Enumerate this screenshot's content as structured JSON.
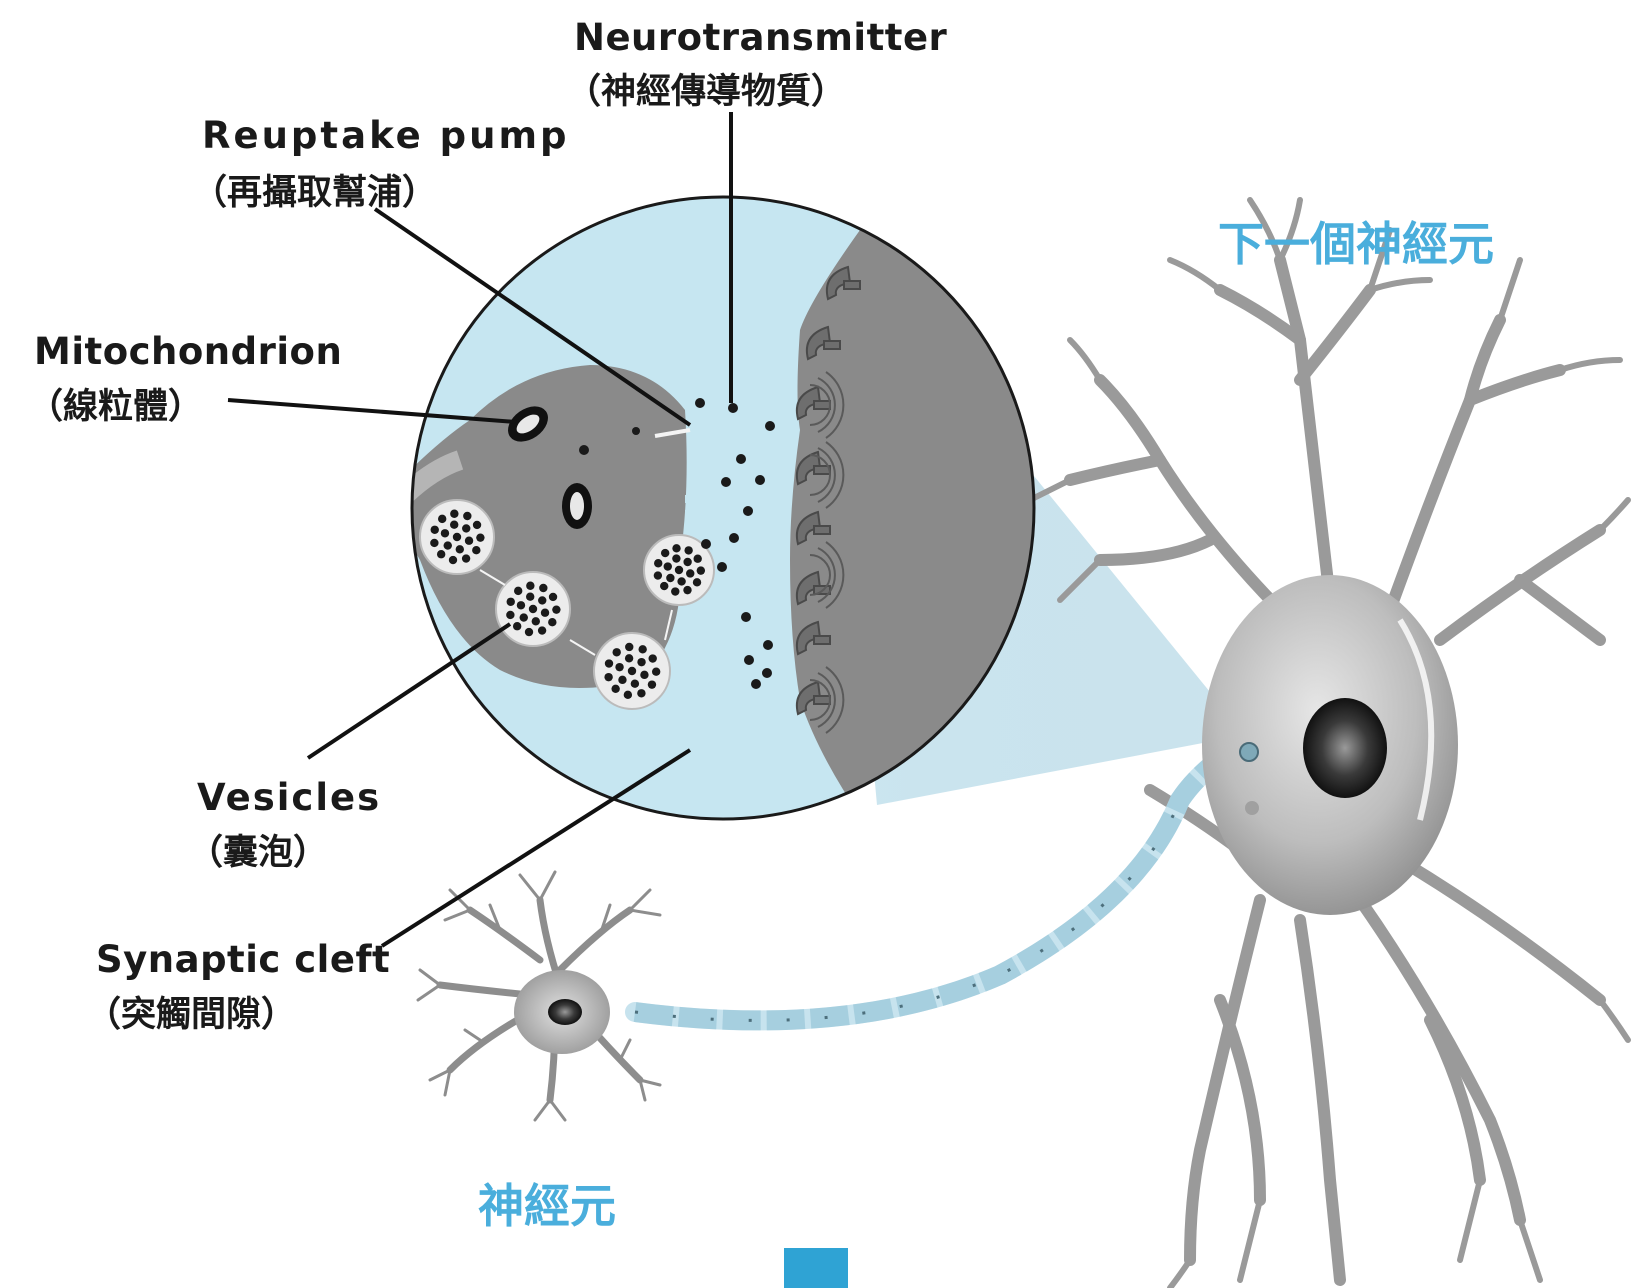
{
  "labels": {
    "neurotransmitter": {
      "en": "Neurotransmitter",
      "zh": "（神經傳導物質）"
    },
    "reuptake_pump": {
      "en": "Reuptake pump",
      "zh": "（再攝取幫浦）"
    },
    "mitochondrion": {
      "en": "Mitochondrion",
      "zh": "（線粒體）"
    },
    "vesicles": {
      "en": "Vesicles",
      "zh": "（囊泡）"
    },
    "synaptic_cleft": {
      "en": "Synaptic cleft",
      "zh": "（突觸間隙）"
    }
  },
  "neurons": {
    "next_neuron": "下一個神經元",
    "neuron": "神經元"
  },
  "colors": {
    "accent_blue": "#4aaedc",
    "cleft_fill": "#c6e6f1",
    "cell_gray": "#8a8a8a",
    "marker_blue": "#2fa3d4"
  }
}
